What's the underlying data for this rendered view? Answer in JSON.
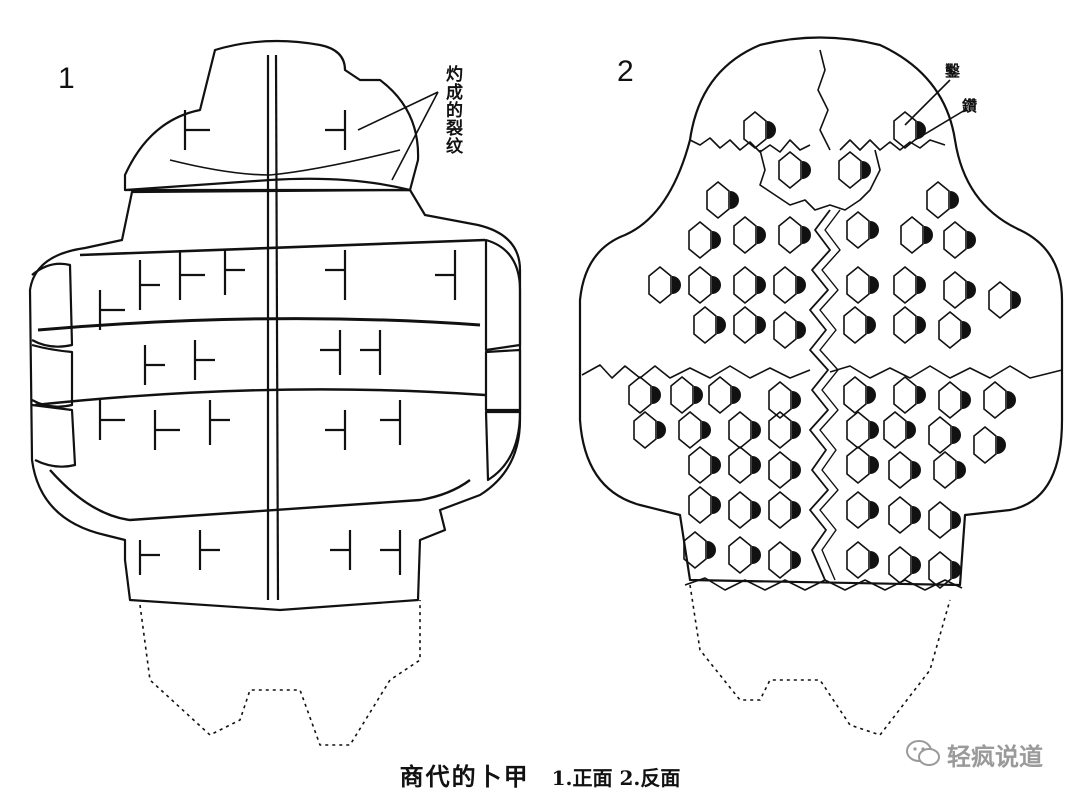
{
  "figure": {
    "panel1_number": "1",
    "panel2_number": "2",
    "label_cracks": "灼成的裂纹",
    "label_zuan": "鑽",
    "label_zao": "鑿"
  },
  "caption": {
    "title": "商代的卜甲",
    "subtitle": "1.正面  2.反面"
  },
  "watermark": {
    "text": "轻疯说道",
    "icon": "wechat-icon"
  },
  "colors": {
    "ink": "#111111",
    "paper": "#ffffff",
    "watermark": "#9a9a9a"
  }
}
